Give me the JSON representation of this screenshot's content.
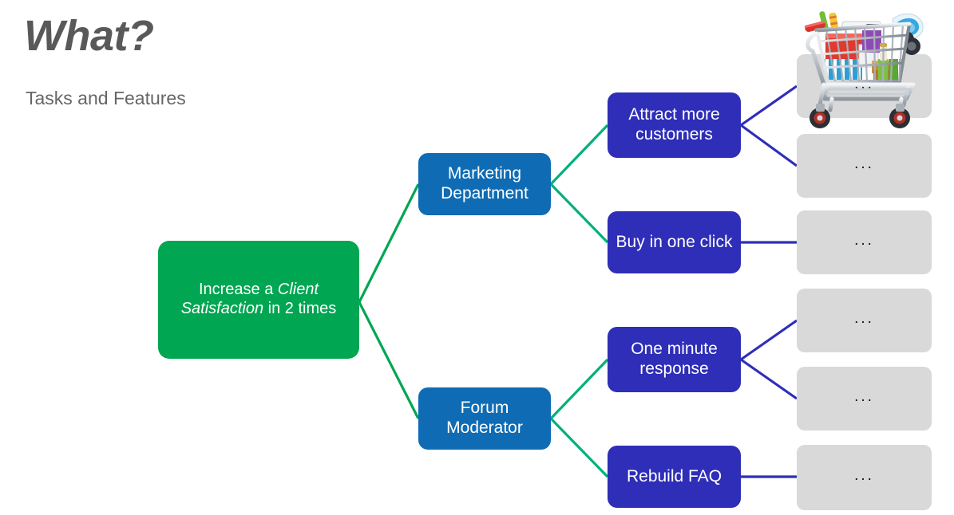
{
  "slide": {
    "title": "What?",
    "subtitle": "Tasks and Features",
    "title_color": "#595959",
    "subtitle_color": "#666666",
    "background": "#ffffff"
  },
  "colors": {
    "root_green": "#00A651",
    "department_blue": "#0F6CB4",
    "task_purple": "#2E2EB8",
    "placeholder_gray": "#D9D9D9",
    "connector_green": "#00A651",
    "connector_teal": "#00B07B",
    "connector_purple": "#2E2EB8"
  },
  "diagram": {
    "root": {
      "text_before": "Increase a ",
      "text_italic": "Client Satisfaction",
      "text_after": " in 2 times",
      "full_text": "Increase a Client Satisfaction in 2 times"
    },
    "departments": [
      {
        "label": "Marketing Department"
      },
      {
        "label": "Forum Moderator"
      }
    ],
    "tasks": [
      {
        "label": "Attract more customers",
        "department": "Marketing Department",
        "children": 2
      },
      {
        "label": "Buy in one click",
        "department": "Marketing Department",
        "children": 1
      },
      {
        "label": "One minute response",
        "department": "Forum Moderator",
        "children": 2
      },
      {
        "label": "Rebuild FAQ",
        "department": "Forum Moderator",
        "children": 1
      }
    ],
    "placeholders": [
      {
        "label": "..."
      },
      {
        "label": "..."
      },
      {
        "label": "..."
      },
      {
        "label": "..."
      },
      {
        "label": "..."
      },
      {
        "label": "..."
      }
    ],
    "decoration": {
      "shopping_cart": "shopping-cart-illustration"
    }
  }
}
